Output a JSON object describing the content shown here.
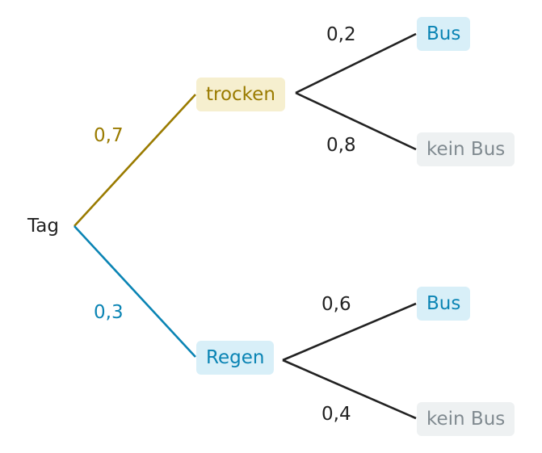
{
  "colors": {
    "edge_trocken": "#9a7b00",
    "edge_regen": "#0a84b4",
    "edge_dark": "#222222"
  },
  "tree": {
    "root": {
      "label": "Tag"
    },
    "branches": [
      {
        "label": "trocken",
        "probability": "0,7",
        "children": [
          {
            "label": "Bus",
            "probability": "0,2"
          },
          {
            "label": "kein Bus",
            "probability": "0,8"
          }
        ]
      },
      {
        "label": "Regen",
        "probability": "0,3",
        "children": [
          {
            "label": "Bus",
            "probability": "0,6"
          },
          {
            "label": "kein Bus",
            "probability": "0,4"
          }
        ]
      }
    ]
  }
}
